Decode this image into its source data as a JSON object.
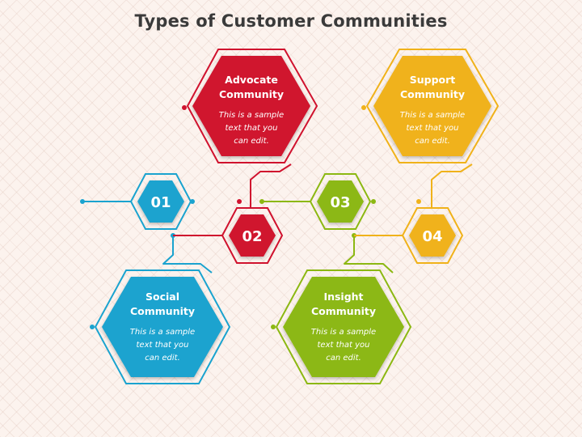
{
  "title": "Types of Customer Communities",
  "colors": {
    "red": "#d0122e",
    "yellow": "#f0b21a",
    "blue": "#1aa3cf",
    "green": "#8cb812"
  },
  "items": [
    {
      "number": "01",
      "title_line1": "Social",
      "title_line2": "Community",
      "body_line1": "This is a sample",
      "body_line2": "text that you",
      "body_line3": "can edit."
    },
    {
      "number": "02",
      "title_line1": "Advocate",
      "title_line2": "Community",
      "body_line1": "This is a sample",
      "body_line2": "text that you",
      "body_line3": "can edit."
    },
    {
      "number": "03",
      "title_line1": "Insight",
      "title_line2": "Community",
      "body_line1": "This is a sample",
      "body_line2": "text that you",
      "body_line3": "can edit."
    },
    {
      "number": "04",
      "title_line1": "Support",
      "title_line2": "Community",
      "body_line1": "This is a sample",
      "body_line2": "text that you",
      "body_line3": "can edit."
    }
  ]
}
